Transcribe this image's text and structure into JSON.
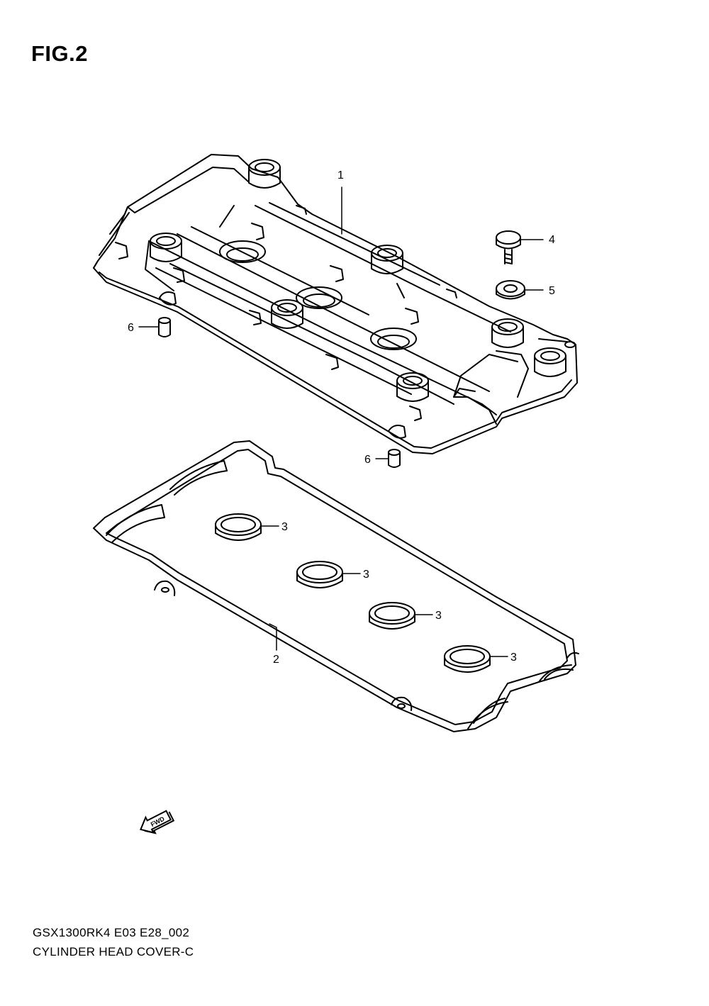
{
  "figure": {
    "title": "FIG.2"
  },
  "callouts": [
    {
      "id": "1",
      "label": "1"
    },
    {
      "id": "2",
      "label": "2"
    },
    {
      "id": "3a",
      "label": "3"
    },
    {
      "id": "3b",
      "label": "3"
    },
    {
      "id": "3c",
      "label": "3"
    },
    {
      "id": "3d",
      "label": "3"
    },
    {
      "id": "4",
      "label": "4"
    },
    {
      "id": "5",
      "label": "5"
    },
    {
      "id": "6a",
      "label": "6"
    },
    {
      "id": "6b",
      "label": "6"
    }
  ],
  "fwd_arrow": {
    "text": "FWD",
    "icon": "fwd-arrow-icon"
  },
  "footer": {
    "model_code": "GSX1300RK4 E03 E28_002",
    "diagram_name": "CYLINDER HEAD COVER-C"
  }
}
